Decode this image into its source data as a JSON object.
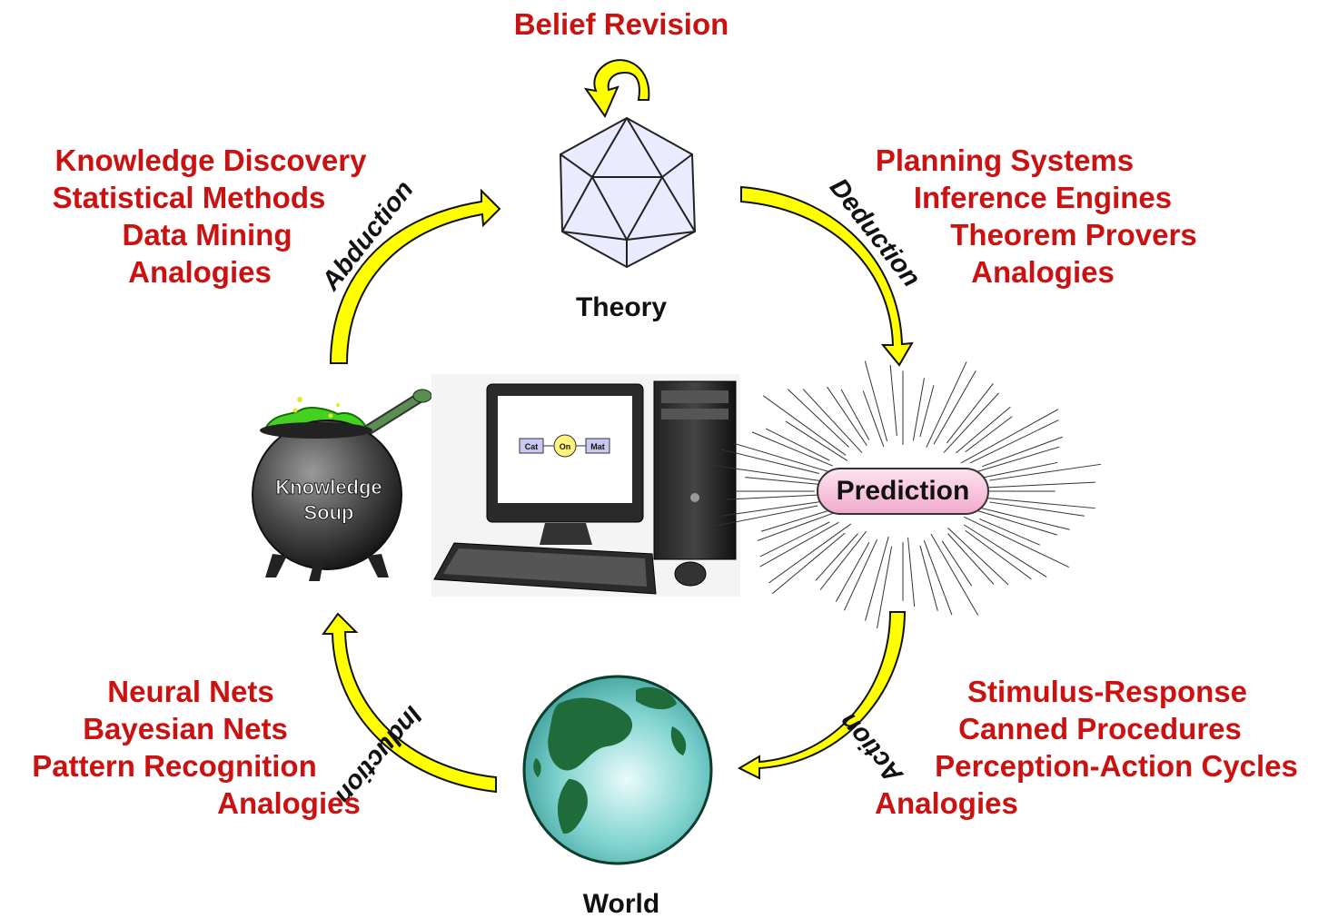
{
  "belief_revision": "Belief Revision",
  "nodes": {
    "theory": "Theory",
    "prediction": "Prediction",
    "world": "World",
    "soup_line1": "Knowledge",
    "soup_line2": "Soup"
  },
  "arrows": {
    "abduction": "Abduction",
    "deduction": "Deduction",
    "action": "Action",
    "induction": "Induction"
  },
  "lists": {
    "abduction": [
      "Knowledge Discovery",
      "Statistical Methods",
      "Data Mining",
      "Analogies"
    ],
    "deduction": [
      "Planning Systems",
      "Inference Engines",
      "Theorem Provers",
      "Analogies"
    ],
    "action": [
      "Stimulus-Response",
      "Canned Procedures",
      "Perception-Action Cycles",
      "Analogies"
    ],
    "induction": [
      "Neural Nets",
      "Bayesian Nets",
      "Pattern Recognition",
      "Analogies"
    ]
  },
  "screen_graph": {
    "left": "Cat",
    "middle": "On",
    "right": "Mat"
  },
  "colors": {
    "list_text": "#cc1111",
    "arrow_fill": "#ffff00",
    "prediction_pill": "#f8c8e0",
    "globe_ocean": "#7fd3cf",
    "globe_land": "#1f6b3a"
  }
}
